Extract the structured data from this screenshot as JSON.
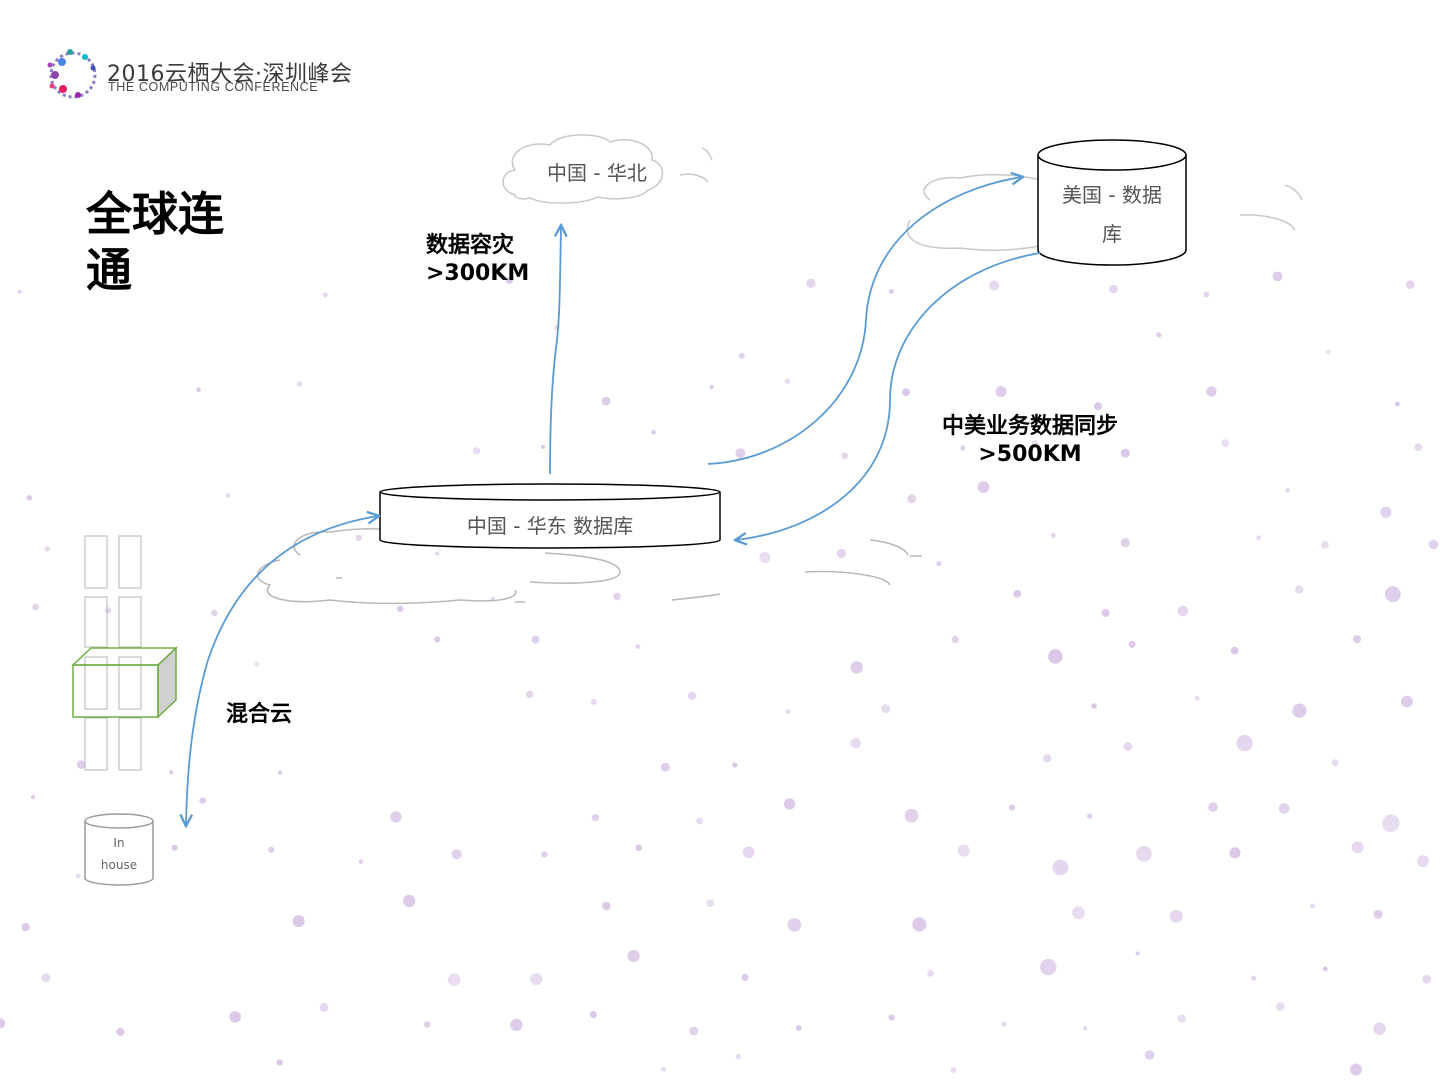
{
  "header": {
    "logo_title": "2016云栖大会·深圳峰会",
    "logo_subtitle": "THE COMPUTING CONFERENCE"
  },
  "slide": {
    "title": "全球连通"
  },
  "nodes": {
    "north_china": "中国 - 华北",
    "east_china_db": "中国 - 华东 数据库",
    "us_db_line1": "美国 - 数据",
    "us_db_line2": "库",
    "inhouse_line1": "In",
    "inhouse_line2": "house"
  },
  "links": {
    "disaster_recovery_line1": "数据容灾",
    "disaster_recovery_line2": ">300KM",
    "sync_line1": "中美业务数据同步",
    "sync_line2": ">500KM",
    "hybrid_cloud": "混合云"
  },
  "colors": {
    "arrow": "#5b9bd5",
    "dots": "#d8c3e6",
    "cloud_outline": "#bfbfbf",
    "server_box": "#70ad47"
  }
}
